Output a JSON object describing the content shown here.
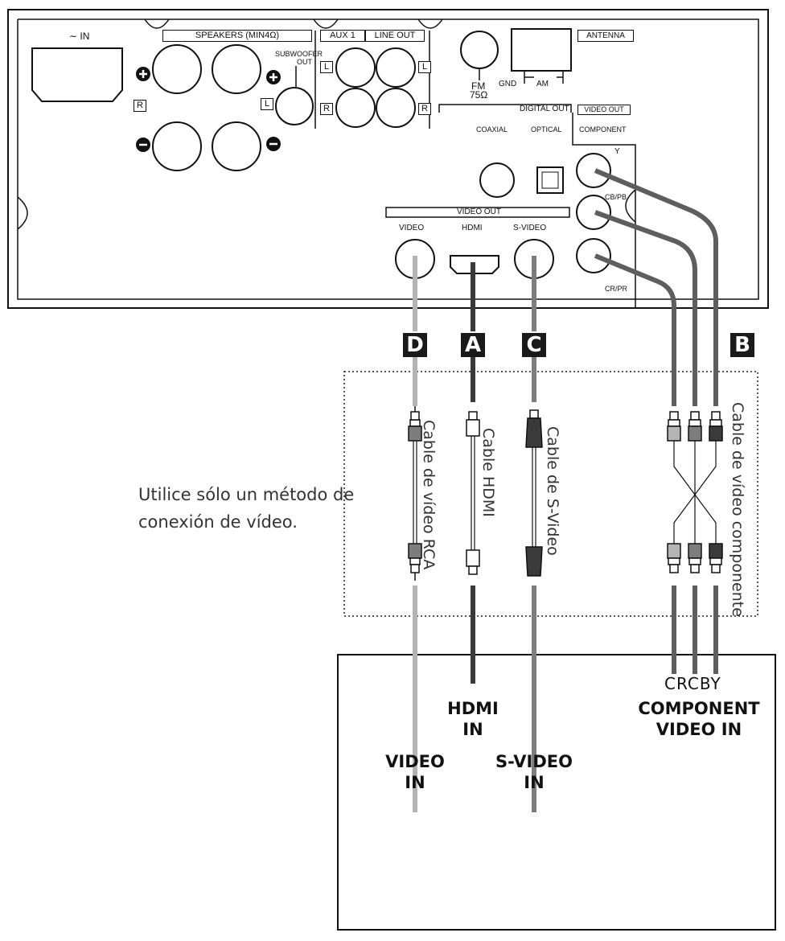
{
  "panel": {
    "ac_in": "∼ IN",
    "speakers": "SPEAKERS (MIN4Ω)",
    "subwoofer_out": "SUBWOOFER OUT",
    "aux1": "AUX 1",
    "line_out": "LINE OUT",
    "antenna": "ANTENNA",
    "fm": "FM",
    "fm_ohm": "75Ω",
    "gnd": "GND",
    "am": "AM",
    "digital_out": "DIGITAL OUT",
    "coaxial": "COAXIAL",
    "optical": "OPTICAL",
    "video_out_small": "VIDEO OUT",
    "component": "COMPONENT",
    "y": "Y",
    "cb_pb": "CB/PB",
    "cr_pr": "CR/PR",
    "video_out_bar": "VIDEO OUT",
    "video": "VIDEO",
    "hdmi": "HDMI",
    "s_video": "S-VIDEO",
    "letter_l": "L",
    "letter_r": "R"
  },
  "badges": {
    "a": "A",
    "b": "B",
    "c": "C",
    "d": "D"
  },
  "cables": {
    "rca": "Cable de vídeo RCA",
    "hdmi": "Cable HDMI",
    "svideo": "Cable de S-Video",
    "component": "Cable de vídeo componente"
  },
  "note": {
    "line1": "Utilice sólo un método de",
    "line2": "conexión de vídeo."
  },
  "tv": {
    "video_in_1": "VIDEO",
    "video_in_2": "IN",
    "hdmi_in_1": "HDMI",
    "hdmi_in_2": "IN",
    "svideo_in_1": "S-VIDEO",
    "svideo_in_2": "IN",
    "crcby": "CRCBY",
    "component_1": "COMPONENT",
    "component_2": "VIDEO IN"
  },
  "colors": {
    "cable_light": "#b4b4b4",
    "cable_mid": "#7d7d7d",
    "cable_dark": "#3a3a3a",
    "cable_component": "#5e5e5e",
    "badge": "#1a1a1a"
  }
}
